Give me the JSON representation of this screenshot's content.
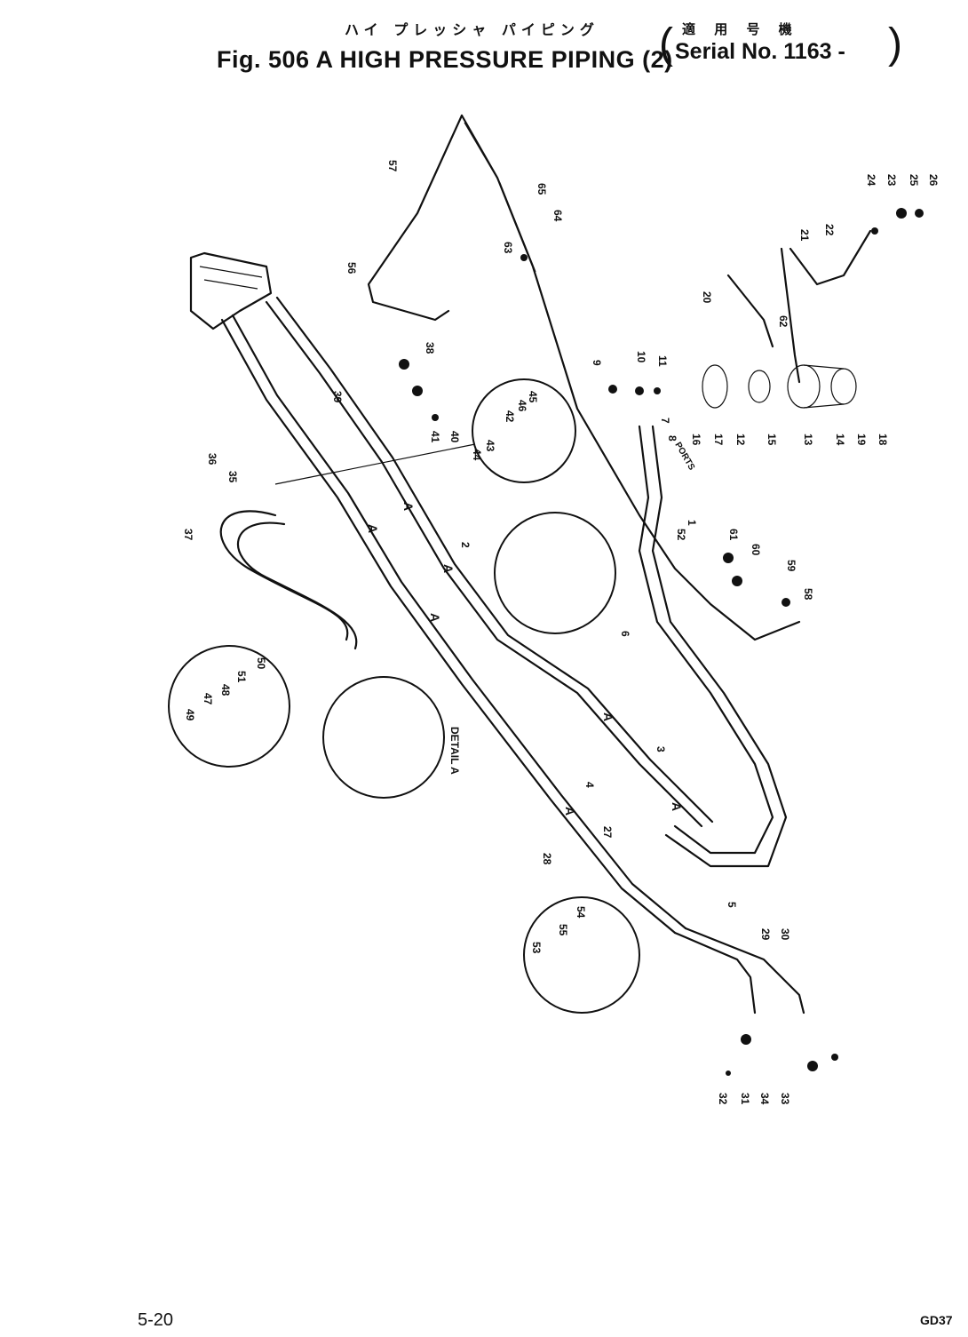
{
  "header": {
    "title_jp": "ハイ プレッシャ パイピング",
    "applicable_jp": "適 用 号 機",
    "title": "Fig. 506 A HIGH PRESSURE PIPING (2)",
    "serial": "Serial No. 1163 - "
  },
  "diagram": {
    "callouts": [
      "1",
      "2",
      "3",
      "4",
      "5",
      "6",
      "7",
      "8",
      "9",
      "10",
      "11",
      "12",
      "13",
      "14",
      "15",
      "16",
      "17",
      "18",
      "19",
      "20",
      "21",
      "22",
      "23",
      "24",
      "25",
      "26",
      "27",
      "28",
      "29",
      "30",
      "31",
      "32",
      "33",
      "34",
      "35",
      "36",
      "37",
      "38",
      "39",
      "40",
      "41",
      "42",
      "43",
      "44",
      "45",
      "46",
      "47",
      "48",
      "49",
      "50",
      "51",
      "52",
      "53",
      "54",
      "55",
      "56",
      "57",
      "58",
      "59",
      "60",
      "61",
      "62",
      "63",
      "64",
      "65"
    ],
    "section_marker": "A",
    "detail_label": "DETAIL A",
    "ports_label": "PORTS"
  },
  "footer": {
    "page": "5-20",
    "code": "GD37"
  }
}
